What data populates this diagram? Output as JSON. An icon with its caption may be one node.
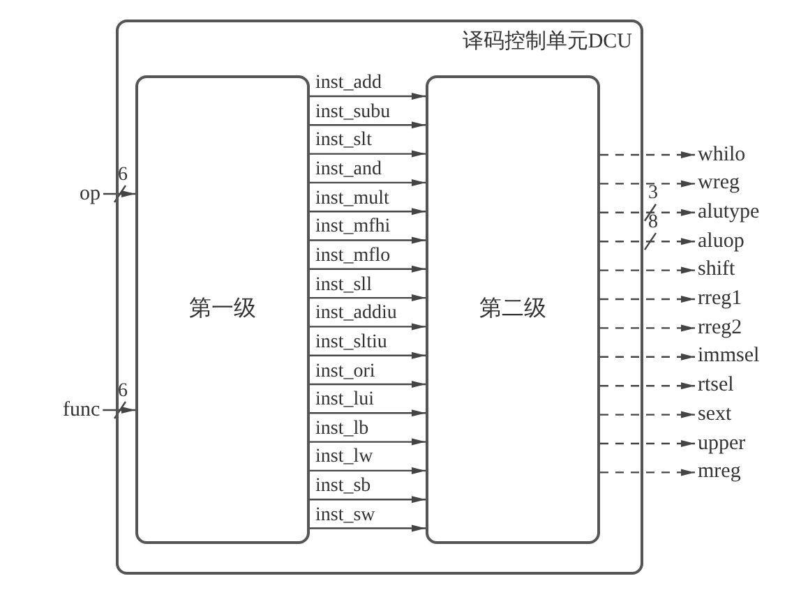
{
  "diagram": {
    "nodes": [
      {
        "text": [
          "译码控制单元DCU"
        ]
      },
      {
        "text": [
          "第一级"
        ],
        "in": 0
      },
      {
        "text": [
          "第二级"
        ],
        "in": 0
      },
      {
        "text": [
          "op"
        ]
      },
      {
        "text": [
          "func"
        ]
      },
      {
        "text": [
          "whilo"
        ]
      },
      {
        "text": [
          "wreg"
        ]
      },
      {
        "text": [
          "alutype"
        ]
      },
      {
        "text": [
          "aluop"
        ]
      },
      {
        "text": [
          "shift"
        ]
      },
      {
        "text": [
          "rreg1"
        ]
      },
      {
        "text": [
          "rreg2"
        ]
      },
      {
        "text": [
          "immsel"
        ]
      },
      {
        "text": [
          "rtsel"
        ]
      },
      {
        "text": [
          "sext"
        ]
      },
      {
        "text": [
          "upper"
        ]
      },
      {
        "text": [
          "mreg"
        ]
      }
    ],
    "edges": [
      {
        "from": 3,
        "to": 1,
        "arrow": "to",
        "label": "6"
      },
      {
        "from": 4,
        "to": 1,
        "arrow": "to",
        "label": "6"
      },
      {
        "from": 1,
        "to": 2,
        "arrow": "to",
        "label": "inst_add"
      },
      {
        "from": 1,
        "to": 2,
        "arrow": "to",
        "label": "inst_subu"
      },
      {
        "from": 1,
        "to": 2,
        "arrow": "to",
        "label": "inst_slt"
      },
      {
        "from": 1,
        "to": 2,
        "arrow": "to",
        "label": "inst_and"
      },
      {
        "from": 1,
        "to": 2,
        "arrow": "to",
        "label": "inst_mult"
      },
      {
        "from": 1,
        "to": 2,
        "arrow": "to",
        "label": "inst_mfhi"
      },
      {
        "from": 1,
        "to": 2,
        "arrow": "to",
        "label": "inst_mflo"
      },
      {
        "from": 1,
        "to": 2,
        "arrow": "to",
        "label": "inst_sll"
      },
      {
        "from": 1,
        "to": 2,
        "arrow": "to",
        "label": "inst_addiu"
      },
      {
        "from": 1,
        "to": 2,
        "arrow": "to",
        "label": "inst_sltiu"
      },
      {
        "from": 1,
        "to": 2,
        "arrow": "to",
        "label": "inst_ori"
      },
      {
        "from": 1,
        "to": 2,
        "arrow": "to",
        "label": "inst_lui"
      },
      {
        "from": 1,
        "to": 2,
        "arrow": "to",
        "label": "inst_lb"
      },
      {
        "from": 1,
        "to": 2,
        "arrow": "to",
        "label": "inst_lw"
      },
      {
        "from": 1,
        "to": 2,
        "arrow": "to",
        "label": "inst_sb"
      },
      {
        "from": 1,
        "to": 2,
        "arrow": "to",
        "label": "inst_sw"
      },
      {
        "from": 2,
        "to": 5,
        "arrow": "to",
        "style": "dashed"
      },
      {
        "from": 2,
        "to": 6,
        "arrow": "to",
        "style": "dashed"
      },
      {
        "from": 2,
        "to": 7,
        "arrow": "to",
        "style": "dashed",
        "label": "3"
      },
      {
        "from": 2,
        "to": 8,
        "arrow": "to",
        "style": "dashed",
        "label": "8"
      },
      {
        "from": 2,
        "to": 9,
        "arrow": "to",
        "style": "dashed"
      },
      {
        "from": 2,
        "to": 10,
        "arrow": "to",
        "style": "dashed"
      },
      {
        "from": 2,
        "to": 11,
        "arrow": "to",
        "style": "dashed"
      },
      {
        "from": 2,
        "to": 12,
        "arrow": "to",
        "style": "dashed"
      },
      {
        "from": 2,
        "to": 13,
        "arrow": "to",
        "style": "dashed"
      },
      {
        "from": 2,
        "to": 14,
        "arrow": "to",
        "style": "dashed"
      },
      {
        "from": 2,
        "to": 15,
        "arrow": "to",
        "style": "dashed"
      },
      {
        "from": 2,
        "to": 16,
        "arrow": "to",
        "style": "dashed"
      }
    ]
  }
}
